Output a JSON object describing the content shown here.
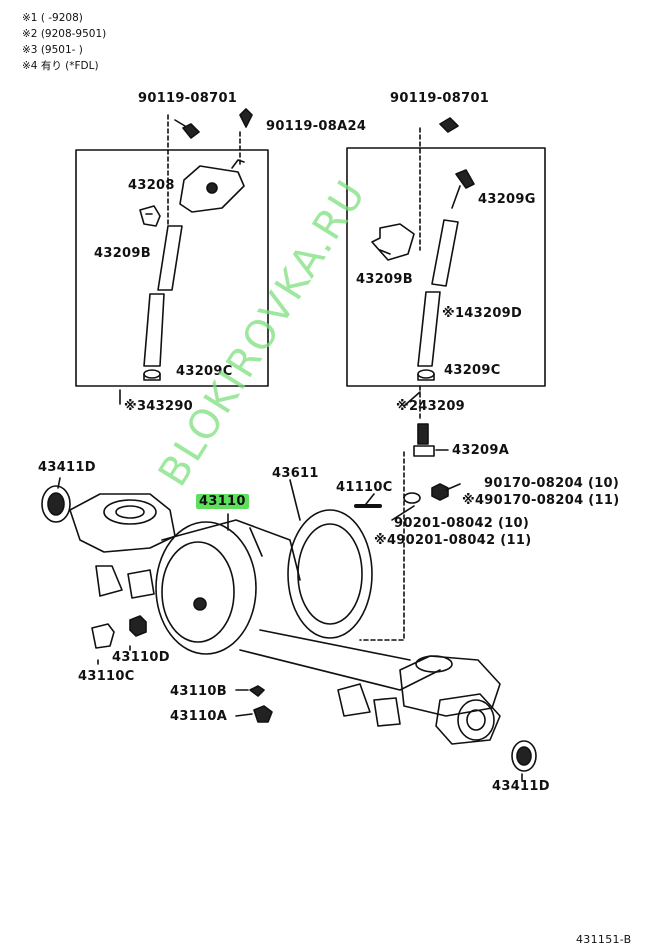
{
  "notes": [
    "※1 (      -9208)",
    "※2 (9208-9501)",
    "※3 (9501-      )",
    "※4 有り (*FDL)"
  ],
  "labels": {
    "p90119_08701_left": "90119-08701",
    "p90119_08A24": "90119-08A24",
    "p90119_08701_right": "90119-08701",
    "p43208": "43208",
    "p43209B_left": "43209B",
    "p43209C_left": "43209C",
    "assy43290": "※343290",
    "p43209G": "43209G",
    "p43209B_right": "43209B",
    "p43209D": "※143209D",
    "p43209C_right": "43209C",
    "assy43209": "※243209",
    "p43209A": "43209A",
    "p43411D_top": "43411D",
    "p43110": "43110",
    "p43611": "43611",
    "p41110C": "41110C",
    "p90170_10": "90170-08204 (10)",
    "p90170_11": "※490170-08204 (11)",
    "p90201_10": "90201-08042 (10)",
    "p90201_11": "※490201-08042 (11)",
    "p43110D": "43110D",
    "p43110C": "43110C",
    "p43110B": "43110B",
    "p43110A": "43110A",
    "p43411D_bottom": "43411D"
  },
  "diagram_code": "431151-B",
  "watermark": "BLOKIROVKA.RU",
  "highlight_color": "#5ee05e"
}
